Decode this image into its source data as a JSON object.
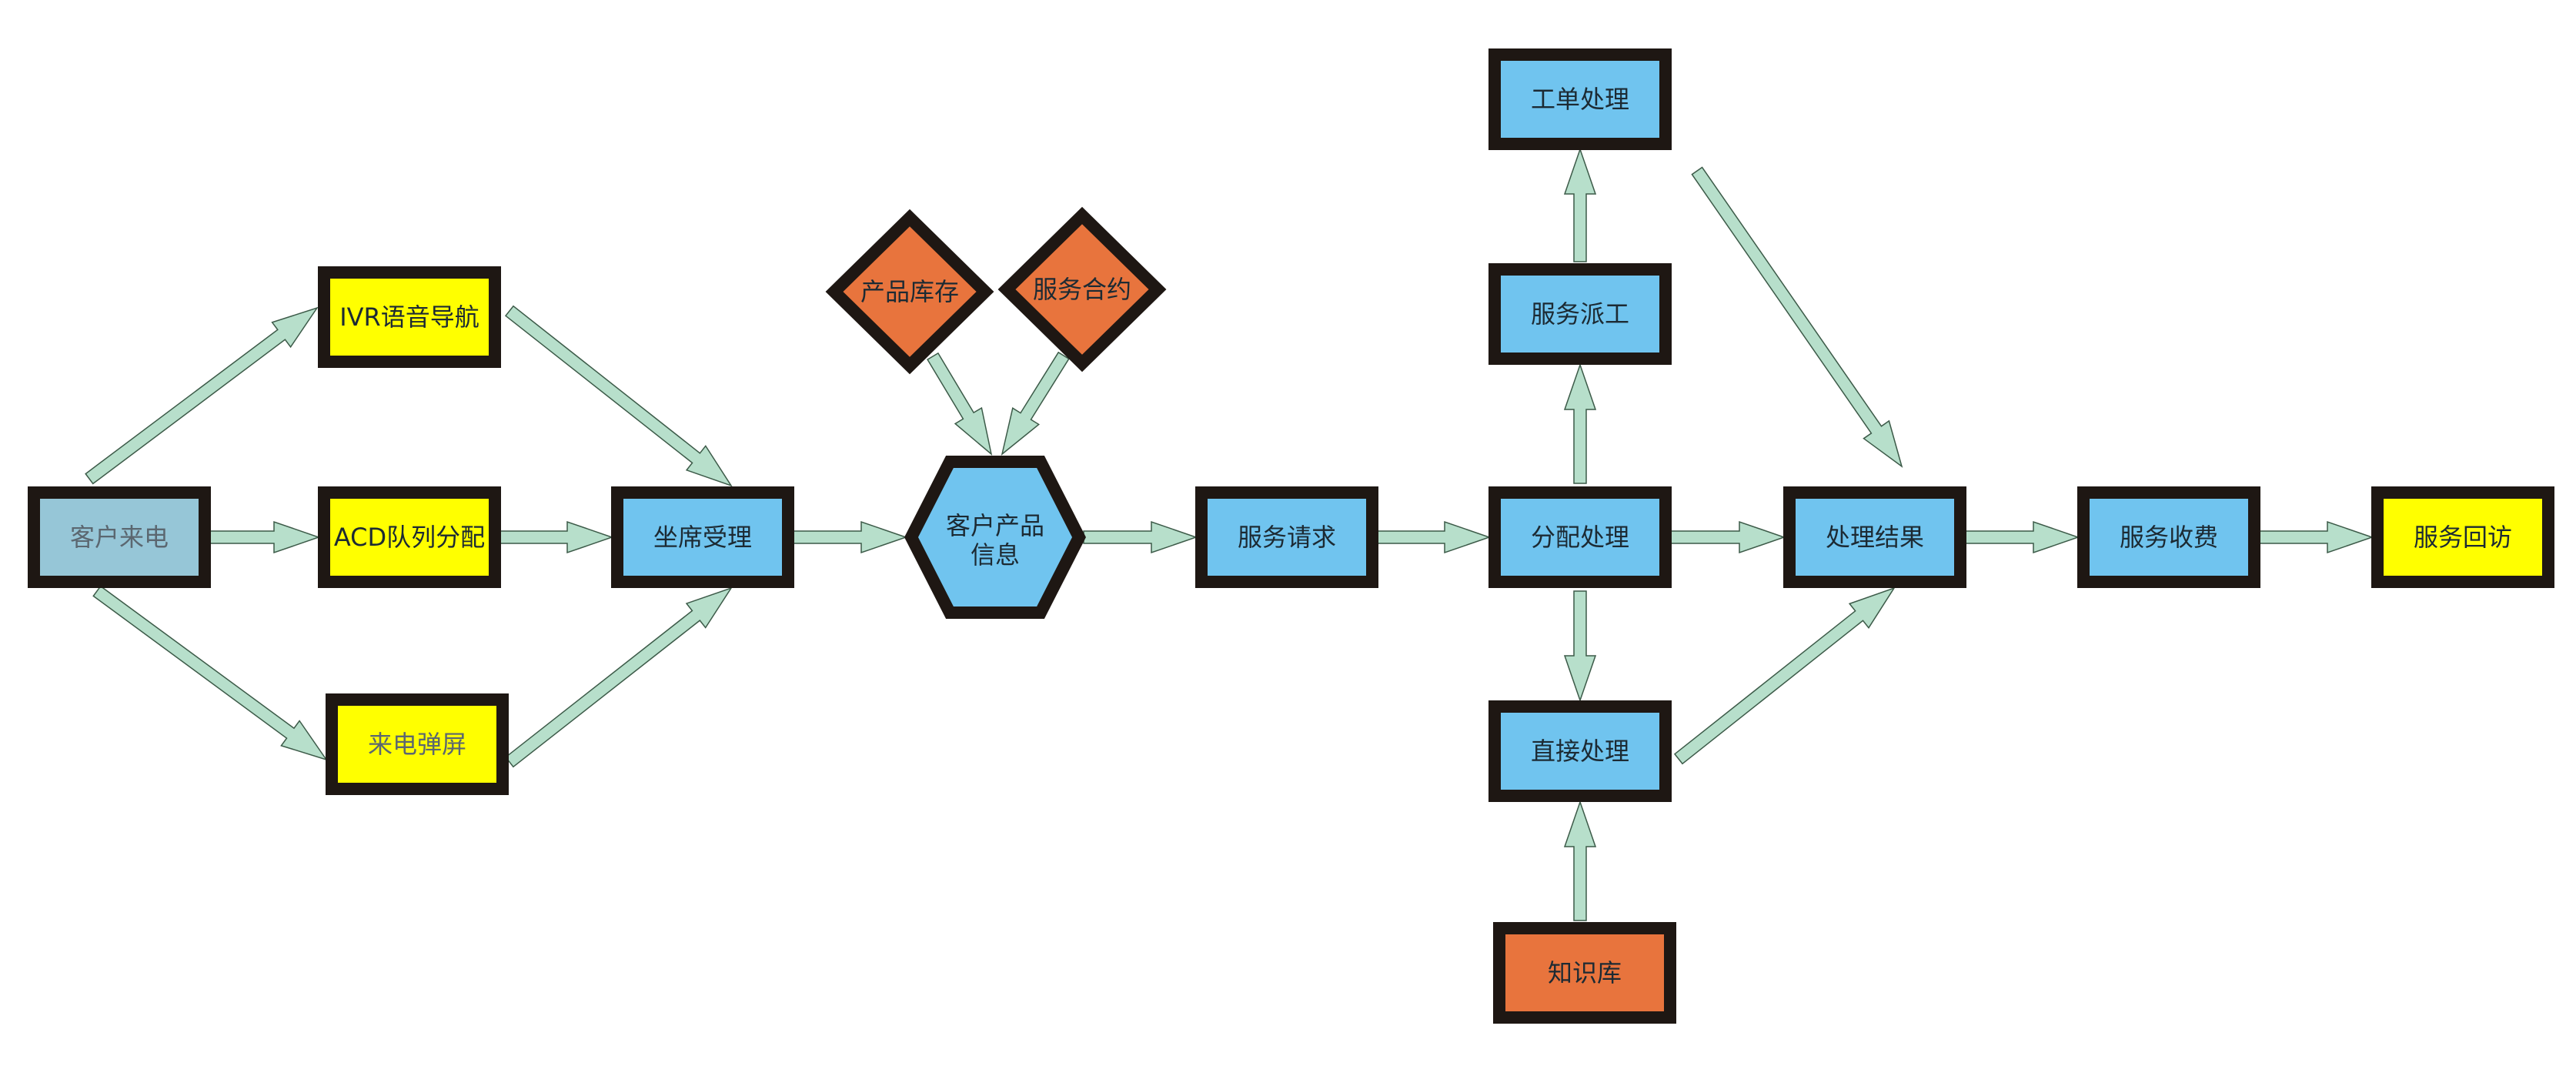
{
  "colors": {
    "border": "#1e1713",
    "arrow_fill": "#b7dfcb",
    "arrow_stroke": "#3c5a48",
    "fill_gray_blue": "#96c6d7",
    "fill_yellow": "#ffff00",
    "fill_blue": "#70c4ef",
    "fill_orange": "#e8743d",
    "text_dark": "#1c2a33",
    "text_gray": "#5b6770"
  },
  "nodes": {
    "customer_call": "客户来电",
    "ivr_navigation": "IVR语音导航",
    "acd_queue": "ACD队列分配",
    "call_popup": "来电弹屏",
    "agent_accept": "坐席受理",
    "product_inventory": "产品库存",
    "service_contract": "服务合约",
    "customer_product_info_line1": "客户产品",
    "customer_product_info_line2": "信息",
    "service_request": "服务请求",
    "dispatch_processing": "分配处理",
    "service_dispatch": "服务派工",
    "work_order_processing": "工单处理",
    "direct_processing": "直接处理",
    "knowledge_base": "知识库",
    "processing_result": "处理结果",
    "service_charge": "服务收费",
    "service_revisit": "服务回访"
  }
}
